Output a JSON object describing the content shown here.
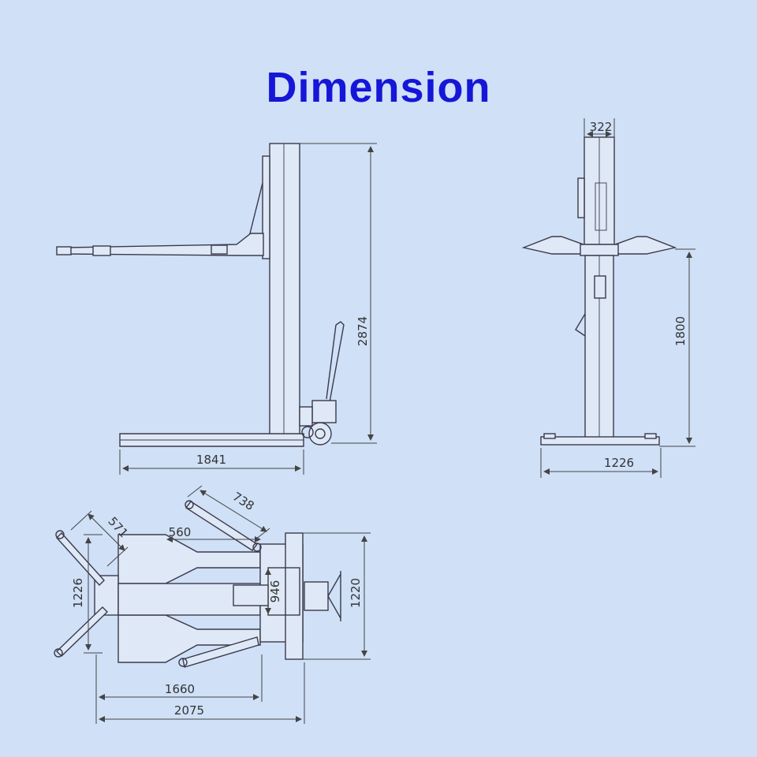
{
  "title": "Dimension",
  "side_view": {
    "height_label": "2874",
    "base_length_label": "1841"
  },
  "front_view": {
    "column_width_label": "322",
    "lift_height_label": "1800",
    "base_width_label": "1226"
  },
  "top_view": {
    "arm_long_label": "738",
    "arm_short_label": "571",
    "offset_label": "560",
    "base_width_label": "1226",
    "center_label": "946",
    "overall_width_label": "1220",
    "length_label": "1660",
    "overall_length_label": "2075"
  },
  "colors": {
    "background": "#cfe0f7",
    "title": "#1616d8",
    "line": "#3a3a4a"
  }
}
